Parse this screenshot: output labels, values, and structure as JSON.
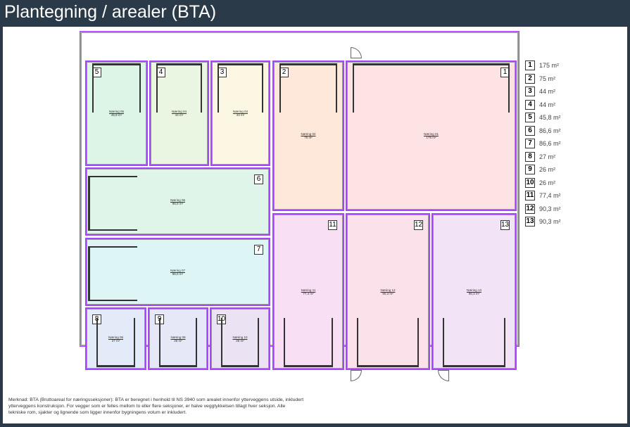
{
  "title": "Plantegning / arealer (BTA)",
  "rooms": [
    {
      "num": "1",
      "name": "Næring 01",
      "area": "175 m²",
      "color": "#fde3e3"
    },
    {
      "num": "2",
      "name": "Næring 02",
      "area": "75 m²",
      "color": "#fde8da"
    },
    {
      "num": "3",
      "name": "Næring 03",
      "area": "44 m²",
      "color": "#fbf7e2"
    },
    {
      "num": "4",
      "name": "Næring 04",
      "area": "44 m²",
      "color": "#ebf6e2"
    },
    {
      "num": "5",
      "name": "Næring 05",
      "area": "45,8 m²",
      "color": "#ddf5e6"
    },
    {
      "num": "6",
      "name": "Næring 06",
      "area": "86,6 m²",
      "color": "#e0f5ea"
    },
    {
      "num": "7",
      "name": "Næring 07",
      "area": "86,6 m²",
      "color": "#ddf6f5"
    },
    {
      "num": "8",
      "name": "Næring 08",
      "area": "27 m²",
      "color": "#e3ebf8"
    },
    {
      "num": "9",
      "name": "Næring 09",
      "area": "26 m²",
      "color": "#e6e7f7"
    },
    {
      "num": "10",
      "name": "Næring 10",
      "area": "26 m²",
      "color": "#ebe3f4"
    },
    {
      "num": "11",
      "name": "Næring 11",
      "area": "77,4 m²",
      "color": "#f8dff3"
    },
    {
      "num": "12",
      "name": "Næring 12",
      "area": "90,3 m²",
      "color": "#fbe2ea"
    },
    {
      "num": "13",
      "name": "Næring 13",
      "area": "90,3 m²",
      "color": "#f3e3f6"
    }
  ],
  "note": "Merknad: BTA (Bruttoareal for næringsseksjoner): BTA er beregnet i henhold til NS 3940 som arealet innenfor ytterveggens utside, inkludert ytterveggens konstruksjon. For vegger som er felles mellom to eller flere seksjoner, er halve veggtykkelsen tillagt hver seksjon. Alle tekniske rom, sjakter og lignende som ligger innenfor bygningens volum er inkludert."
}
